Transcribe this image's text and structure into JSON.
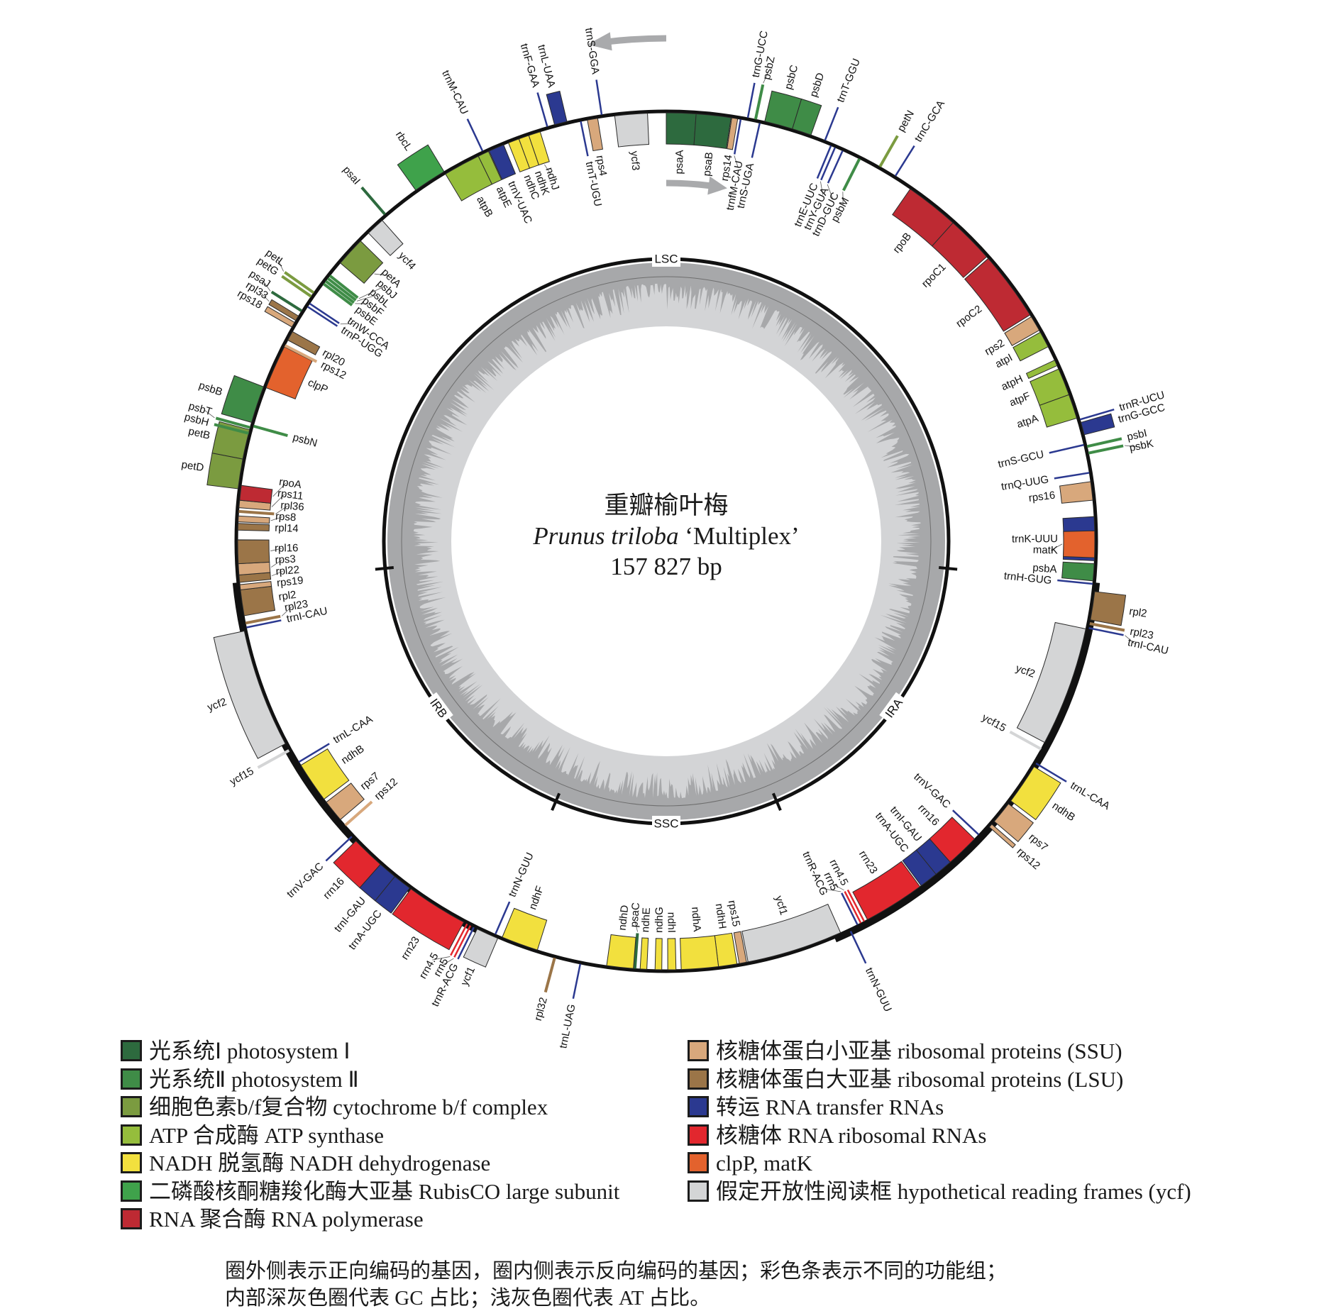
{
  "title": {
    "zh": "重瓣榆叶梅",
    "species_italic": "Prunus triloba",
    "cultivar": " ‘Multiplex’",
    "length_text": "157 827 bp"
  },
  "genome": {
    "length_bp": 157827,
    "regions": [
      {
        "label": "LSC",
        "start": 115957,
        "end": 41867,
        "mid": 0
      },
      {
        "label": "IRA",
        "start": 41867,
        "end": 68830
      },
      {
        "label": "SSC",
        "start": 68830,
        "end": 88996
      },
      {
        "label": "IRB",
        "start": 88996,
        "end": 115957
      }
    ]
  },
  "groups": {
    "ps1": {
      "color": "#2d6a3e"
    },
    "ps2": {
      "color": "#3f8c47"
    },
    "cyt": {
      "color": "#7b9b40"
    },
    "atp": {
      "color": "#95bd3c"
    },
    "ndh": {
      "color": "#f2e03e"
    },
    "rbcl": {
      "color": "#3fa24b"
    },
    "rpo": {
      "color": "#be2a33"
    },
    "ssu": {
      "color": "#d8a87c"
    },
    "lsu": {
      "color": "#9b7548"
    },
    "trna": {
      "color": "#2b3990"
    },
    "rrna": {
      "color": "#e2272e"
    },
    "clp": {
      "color": "#e3622d"
    },
    "ycf": {
      "color": "#d4d5d6"
    }
  },
  "genes": [
    {
      "name": "psaA",
      "start": 0,
      "end": 1754,
      "strand": "-",
      "group": "ps1"
    },
    {
      "name": "psaB",
      "start": 1754,
      "end": 3814,
      "strand": "-",
      "group": "ps1"
    },
    {
      "name": "rps14",
      "start": 3858,
      "end": 4209,
      "strand": "-",
      "group": "ssu"
    },
    {
      "name": "trnfM-CAU",
      "start": 4384,
      "end": 4384,
      "strand": "-",
      "group": "trna"
    },
    {
      "name": "trnG-UCC",
      "start": 4779,
      "end": 4779,
      "strand": "+",
      "group": "trna"
    },
    {
      "name": "psbZ",
      "start": 5173,
      "end": 5305,
      "strand": "+",
      "group": "ps2"
    },
    {
      "name": "trnS-UGA",
      "start": 5524,
      "end": 5524,
      "strand": "-",
      "group": "trna"
    },
    {
      "name": "psbC",
      "start": 5787,
      "end": 7453,
      "strand": "+",
      "group": "ps2"
    },
    {
      "name": "psbD",
      "start": 7453,
      "end": 8593,
      "strand": "+",
      "group": "ps2"
    },
    {
      "name": "trnT-GGU",
      "start": 9469,
      "end": 9469,
      "strand": "+",
      "group": "trna"
    },
    {
      "name": "trnE-UUC",
      "start": 9908,
      "end": 9908,
      "strand": "-",
      "group": "trna"
    },
    {
      "name": "trnY-GUA",
      "start": 10171,
      "end": 10171,
      "strand": "-",
      "group": "trna"
    },
    {
      "name": "trnD-GUC",
      "start": 10653,
      "end": 10653,
      "strand": "-",
      "group": "trna"
    },
    {
      "name": "psbM",
      "start": 11749,
      "end": 11749,
      "strand": "-",
      "group": "ps2"
    },
    {
      "name": "petN",
      "start": 13020,
      "end": 13020,
      "strand": "+",
      "group": "cyt"
    },
    {
      "name": "trnC-GCA",
      "start": 14073,
      "end": 14073,
      "strand": "+",
      "group": "trna"
    },
    {
      "name": "rpoB",
      "start": 15212,
      "end": 18413,
      "strand": "-",
      "group": "rpo"
    },
    {
      "name": "rpoC1",
      "start": 18413,
      "end": 21219,
      "strand": "-",
      "group": "rpo"
    },
    {
      "name": "rpoC2",
      "start": 21350,
      "end": 25471,
      "strand": "-",
      "group": "rpo"
    },
    {
      "name": "rps2",
      "start": 25603,
      "end": 26523,
      "strand": "-",
      "group": "ssu"
    },
    {
      "name": "atpI",
      "start": 26655,
      "end": 27619,
      "strand": "-",
      "group": "atp"
    },
    {
      "name": "atpH",
      "start": 28496,
      "end": 28847,
      "strand": "-",
      "group": "atp"
    },
    {
      "name": "atpF",
      "start": 29066,
      "end": 30688,
      "strand": "-",
      "group": "atp"
    },
    {
      "name": "atpA",
      "start": 30688,
      "end": 32135,
      "strand": "-",
      "group": "atp"
    },
    {
      "name": "trnR-UCU",
      "start": 32266,
      "end": 32266,
      "strand": "+",
      "group": "trna"
    },
    {
      "name": "trnG-GCC",
      "start": 32442,
      "end": 33187,
      "strand": "+",
      "group": "trna"
    },
    {
      "name": "trnS-GCU",
      "start": 33757,
      "end": 33757,
      "strand": "-",
      "group": "trna"
    },
    {
      "name": "psbI",
      "start": 33888,
      "end": 33888,
      "strand": "+",
      "group": "ps2"
    },
    {
      "name": "psbK",
      "start": 34283,
      "end": 34283,
      "strand": "+",
      "group": "ps2"
    },
    {
      "name": "trnQ-UUG",
      "start": 35423,
      "end": 35423,
      "strand": "-",
      "group": "trna"
    },
    {
      "name": "rps16",
      "start": 35949,
      "end": 37045,
      "strand": "-",
      "group": "ssu"
    },
    {
      "name": "trnK-UUU",
      "start": 38009,
      "end": 40596,
      "strand": "-",
      "group": "trna"
    },
    {
      "name": "matK",
      "start": 38842,
      "end": 40420,
      "strand": "-",
      "group": "clp"
    },
    {
      "name": "psbA",
      "start": 40771,
      "end": 41780,
      "strand": "-",
      "group": "ps2"
    },
    {
      "name": "trnH-GUG",
      "start": 41955,
      "end": 41955,
      "strand": "-",
      "group": "trna"
    },
    {
      "name": "rpl2",
      "start": 42393,
      "end": 44059,
      "strand": "+",
      "group": "lsu"
    },
    {
      "name": "rpl23",
      "start": 44278,
      "end": 44278,
      "strand": "+",
      "group": "lsu"
    },
    {
      "name": "trnI-CAU",
      "start": 44541,
      "end": 44541,
      "strand": "+",
      "group": "trna"
    },
    {
      "name": "ycf2",
      "start": 44629,
      "end": 51731,
      "strand": "-",
      "group": "ycf"
    },
    {
      "name": "ycf15",
      "start": 52170,
      "end": 52170,
      "strand": "-",
      "group": "ycf"
    },
    {
      "name": "trnL-CAA",
      "start": 53046,
      "end": 53046,
      "strand": "+",
      "group": "trna"
    },
    {
      "name": "ndhB",
      "start": 53266,
      "end": 55677,
      "strand": "+",
      "group": "ndh"
    },
    {
      "name": "rps7",
      "start": 55896,
      "end": 57211,
      "strand": "+",
      "group": "ssu"
    },
    {
      "name": "rps12",
      "start": 57430,
      "end": 57650,
      "strand": "+",
      "group": "ssu"
    },
    {
      "name": "trnV-GAC",
      "start": 58395,
      "end": 58395,
      "strand": "-",
      "group": "trna"
    },
    {
      "name": "rrn16",
      "start": 58746,
      "end": 60718,
      "strand": "-",
      "group": "rrna"
    },
    {
      "name": "trnI-GAU",
      "start": 60718,
      "end": 61814,
      "strand": "-",
      "group": "trna"
    },
    {
      "name": "trnA-UGC",
      "start": 61814,
      "end": 62910,
      "strand": "-",
      "group": "trna"
    },
    {
      "name": "rrn23",
      "start": 62998,
      "end": 66637,
      "strand": "-",
      "group": "rrna"
    },
    {
      "name": "rrn4.5",
      "start": 66856,
      "end": 66856,
      "strand": "-",
      "group": "rrna"
    },
    {
      "name": "rrn5",
      "start": 67075,
      "end": 67075,
      "strand": "-",
      "group": "rrna"
    },
    {
      "name": "trnR-ACG",
      "start": 67294,
      "end": 67294,
      "strand": "-",
      "group": "trna"
    },
    {
      "name": "trnN-GUU",
      "start": 67820,
      "end": 67820,
      "strand": "+",
      "group": "trna"
    },
    {
      "name": "ycf1",
      "start": 68390,
      "end": 74090,
      "strand": "-",
      "group": "ycf"
    },
    {
      "name": "rps15",
      "start": 74177,
      "end": 74616,
      "strand": "-",
      "group": "ssu"
    },
    {
      "name": "ndhH",
      "start": 74747,
      "end": 75843,
      "strand": "-",
      "group": "ndh"
    },
    {
      "name": "ndhA",
      "start": 75843,
      "end": 78035,
      "strand": "-",
      "group": "ndh"
    },
    {
      "name": "ndhI",
      "start": 78342,
      "end": 78824,
      "strand": "-",
      "group": "ndh"
    },
    {
      "name": "ndhG",
      "start": 79175,
      "end": 79570,
      "strand": "-",
      "group": "ndh"
    },
    {
      "name": "ndhE",
      "start": 80052,
      "end": 80446,
      "strand": "-",
      "group": "ndh"
    },
    {
      "name": "psaC",
      "start": 80666,
      "end": 80841,
      "strand": "-",
      "group": "ps1"
    },
    {
      "name": "ndhD",
      "start": 80841,
      "end": 82419,
      "strand": "-",
      "group": "ndh"
    },
    {
      "name": "trnL-UAG",
      "start": 83954,
      "end": 83954,
      "strand": "+",
      "group": "trna"
    },
    {
      "name": "rpl32",
      "start": 85488,
      "end": 85488,
      "strand": "+",
      "group": "lsu"
    },
    {
      "name": "ndhF",
      "start": 86584,
      "end": 88776,
      "strand": "-",
      "group": "ndh"
    },
    {
      "name": "ycf1",
      "start": 88995,
      "end": 90310,
      "strand": "+",
      "group": "ycf"
    },
    {
      "name": "trnN-GUU",
      "start": 89214,
      "end": 89214,
      "strand": "-",
      "group": "trna"
    },
    {
      "name": "trnR-ACG",
      "start": 90530,
      "end": 90530,
      "strand": "+",
      "group": "trna"
    },
    {
      "name": "rrn5",
      "start": 90749,
      "end": 90749,
      "strand": "+",
      "group": "rrna"
    },
    {
      "name": "rrn4.5",
      "start": 90968,
      "end": 90968,
      "strand": "+",
      "group": "rrna"
    },
    {
      "name": "rrn23",
      "start": 91187,
      "end": 94826,
      "strand": "+",
      "group": "rrna"
    },
    {
      "name": "trnA-UGC",
      "start": 94914,
      "end": 96010,
      "strand": "+",
      "group": "trna"
    },
    {
      "name": "trnI-GAU",
      "start": 96010,
      "end": 97106,
      "strand": "+",
      "group": "trna"
    },
    {
      "name": "rrn16",
      "start": 97106,
      "end": 99078,
      "strand": "+",
      "group": "rrna"
    },
    {
      "name": "trnV-GAC",
      "start": 99429,
      "end": 99429,
      "strand": "+",
      "group": "trna"
    },
    {
      "name": "rps12",
      "start": 100174,
      "end": 100174,
      "strand": "-",
      "group": "ssu"
    },
    {
      "name": "rps7",
      "start": 100613,
      "end": 101928,
      "strand": "-",
      "group": "ssu"
    },
    {
      "name": "ndhB",
      "start": 102147,
      "end": 104558,
      "strand": "-",
      "group": "ndh"
    },
    {
      "name": "trnL-CAA",
      "start": 104778,
      "end": 104778,
      "strand": "-",
      "group": "trna"
    },
    {
      "name": "ycf15",
      "start": 105654,
      "end": 105654,
      "strand": "+",
      "group": "ycf"
    },
    {
      "name": "ycf2",
      "start": 106093,
      "end": 113107,
      "strand": "+",
      "group": "ycf"
    },
    {
      "name": "trnI-CAU",
      "start": 113283,
      "end": 113283,
      "strand": "-",
      "group": "trna"
    },
    {
      "name": "rpl23",
      "start": 113546,
      "end": 113546,
      "strand": "-",
      "group": "lsu"
    },
    {
      "name": "rpl2",
      "start": 113984,
      "end": 115518,
      "strand": "-",
      "group": "lsu"
    },
    {
      "name": "rps19",
      "start": 115518,
      "end": 115825,
      "strand": "-",
      "group": "ssu"
    },
    {
      "name": "rpl22",
      "start": 115957,
      "end": 116395,
      "strand": "-",
      "group": "lsu"
    },
    {
      "name": "rps3",
      "start": 116395,
      "end": 117053,
      "strand": "-",
      "group": "ssu"
    },
    {
      "name": "rpl16",
      "start": 117053,
      "end": 118456,
      "strand": "-",
      "group": "lsu"
    },
    {
      "name": "rpl14",
      "start": 119026,
      "end": 119420,
      "strand": "-",
      "group": "lsu"
    },
    {
      "name": "rps8",
      "start": 119508,
      "end": 119859,
      "strand": "-",
      "group": "ssu"
    },
    {
      "name": "rpl36",
      "start": 120122,
      "end": 120122,
      "strand": "-",
      "group": "lsu"
    },
    {
      "name": "rps11",
      "start": 120341,
      "end": 120779,
      "strand": "-",
      "group": "ssu"
    },
    {
      "name": "rpoA",
      "start": 120779,
      "end": 121656,
      "strand": "-",
      "group": "rpo"
    },
    {
      "name": "petD",
      "start": 121437,
      "end": 123190,
      "strand": "+",
      "group": "cyt"
    },
    {
      "name": "petB",
      "start": 123190,
      "end": 124944,
      "strand": "+",
      "group": "cyt"
    },
    {
      "name": "psbH",
      "start": 124725,
      "end": 124725,
      "strand": "+",
      "group": "ps2"
    },
    {
      "name": "psbT",
      "start": 125075,
      "end": 125075,
      "strand": "+",
      "group": "ps2"
    },
    {
      "name": "psbN",
      "start": 125207,
      "end": 125207,
      "strand": "-",
      "group": "ps2"
    },
    {
      "name": "psbB",
      "start": 125382,
      "end": 127574,
      "strand": "+",
      "group": "ps2"
    },
    {
      "name": "clpP",
      "start": 127574,
      "end": 130205,
      "strand": "-",
      "group": "clp"
    },
    {
      "name": "rps12",
      "start": 130292,
      "end": 130292,
      "strand": "-",
      "group": "ssu"
    },
    {
      "name": "rpl20",
      "start": 130643,
      "end": 131213,
      "strand": "-",
      "group": "lsu"
    },
    {
      "name": "rps18",
      "start": 131432,
      "end": 131739,
      "strand": "+",
      "group": "ssu"
    },
    {
      "name": "rpl33",
      "start": 131871,
      "end": 132178,
      "strand": "+",
      "group": "lsu"
    },
    {
      "name": "psaJ",
      "start": 132528,
      "end": 132528,
      "strand": "+",
      "group": "ps1"
    },
    {
      "name": "trnP-UGG",
      "start": 132923,
      "end": 132923,
      "strand": "-",
      "group": "trna"
    },
    {
      "name": "trnW-CCA",
      "start": 133142,
      "end": 133142,
      "strand": "-",
      "group": "trna"
    },
    {
      "name": "petG",
      "start": 133537,
      "end": 133537,
      "strand": "+",
      "group": "cyt"
    },
    {
      "name": "petL",
      "start": 133800,
      "end": 133800,
      "strand": "+",
      "group": "cyt"
    },
    {
      "name": "psbE",
      "start": 134560,
      "end": 134560,
      "strand": "-",
      "group": "ps2"
    },
    {
      "name": "psbF",
      "start": 134760,
      "end": 134760,
      "strand": "-",
      "group": "ps2"
    },
    {
      "name": "psbL",
      "start": 134960,
      "end": 134960,
      "strand": "-",
      "group": "ps2"
    },
    {
      "name": "psbJ",
      "start": 135160,
      "end": 135160,
      "strand": "-",
      "group": "ps2"
    },
    {
      "name": "petA",
      "start": 136123,
      "end": 137877,
      "strand": "-",
      "group": "cyt"
    },
    {
      "name": "ycf4",
      "start": 138534,
      "end": 139630,
      "strand": "-",
      "group": "ycf"
    },
    {
      "name": "psaI",
      "start": 139981,
      "end": 139981,
      "strand": "+",
      "group": "ps1"
    },
    {
      "name": "rbcL",
      "start": 142261,
      "end": 144234,
      "strand": "+",
      "group": "rbcl"
    },
    {
      "name": "atpB",
      "start": 144234,
      "end": 146426,
      "strand": "-",
      "group": "atp"
    },
    {
      "name": "atpE",
      "start": 146426,
      "end": 147083,
      "strand": "-",
      "group": "atp"
    },
    {
      "name": "trnM-CAU",
      "start": 146776,
      "end": 146776,
      "strand": "+",
      "group": "trna"
    },
    {
      "name": "trnV-UAC",
      "start": 147127,
      "end": 148048,
      "strand": "-",
      "group": "trna"
    },
    {
      "name": "ndhC",
      "start": 148355,
      "end": 149012,
      "strand": "-",
      "group": "ndh"
    },
    {
      "name": "ndhK",
      "start": 149012,
      "end": 149626,
      "strand": "-",
      "group": "ndh"
    },
    {
      "name": "ndhJ",
      "start": 149626,
      "end": 150327,
      "strand": "-",
      "group": "ndh"
    },
    {
      "name": "trnF-GAA",
      "start": 150810,
      "end": 150810,
      "strand": "+",
      "group": "trna"
    },
    {
      "name": "trnL-UAA",
      "start": 151248,
      "end": 151993,
      "strand": "+",
      "group": "trna"
    },
    {
      "name": "trnT-UGU",
      "start": 152782,
      "end": 152782,
      "strand": "-",
      "group": "trna"
    },
    {
      "name": "rps4",
      "start": 153177,
      "end": 153791,
      "strand": "-",
      "group": "ssu"
    },
    {
      "name": "trnS-GGA",
      "start": 154054,
      "end": 154054,
      "strand": "+",
      "group": "trna"
    },
    {
      "name": "ycf3",
      "start": 154799,
      "end": 156728,
      "strand": "-",
      "group": "ycf"
    }
  ],
  "legend": {
    "left": [
      {
        "group": "ps1",
        "label": "光系统Ⅰ photosystem Ⅰ"
      },
      {
        "group": "ps2",
        "label": "光系统Ⅱ photosystem Ⅱ"
      },
      {
        "group": "cyt",
        "label": "细胞色素b/f复合物 cytochrome b/f complex"
      },
      {
        "group": "atp",
        "label": "ATP 合成酶 ATP synthase"
      },
      {
        "group": "ndh",
        "label": "NADH 脱氢酶 NADH dehydrogenase"
      },
      {
        "group": "rbcl",
        "label": "二磷酸核酮糖羧化酶大亚基 RubisCO large subunit"
      },
      {
        "group": "rpo",
        "label": "RNA 聚合酶 RNA polymerase"
      }
    ],
    "right": [
      {
        "group": "ssu",
        "label": "核糖体蛋白小亚基 ribosomal proteins (SSU)"
      },
      {
        "group": "lsu",
        "label": "核糖体蛋白大亚基 ribosomal proteins (LSU)"
      },
      {
        "group": "trna",
        "label": "转运 RNA transfer RNAs"
      },
      {
        "group": "rrna",
        "label": "核糖体 RNA ribosomal RNAs"
      },
      {
        "group": "clp",
        "label": "clpP, matK"
      },
      {
        "group": "ycf",
        "label": "假定开放性阅读框 hypothetical reading frames (ycf)"
      }
    ]
  },
  "footnote": {
    "line1": "圈外侧表示正向编码的基因，圈内侧表示反向编码的基因；彩色条表示不同的功能组；",
    "line2": "内部深灰色圈代表 GC 占比；浅灰色圈代表 AT 占比。"
  }
}
